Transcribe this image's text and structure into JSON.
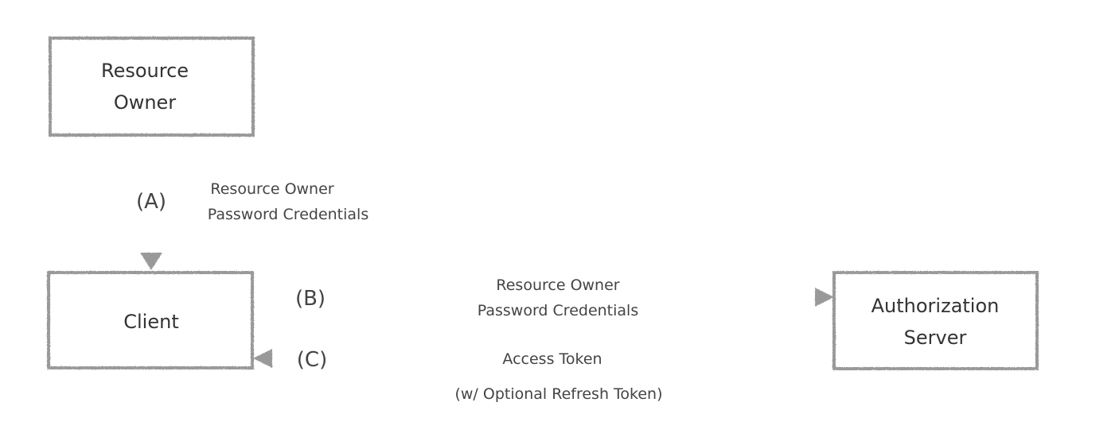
{
  "nodes": {
    "resource_owner": {
      "lines": [
        "Resource",
        "Owner"
      ]
    },
    "client": {
      "lines": [
        "Client"
      ]
    },
    "authorization_server": {
      "lines": [
        "Authorization",
        "Server"
      ]
    }
  },
  "edges": {
    "a": {
      "step": "(A)",
      "lines": [
        "Resource Owner",
        "Password Credentials"
      ]
    },
    "b": {
      "step": "(B)",
      "lines": [
        "Resource Owner",
        "Password Credentials"
      ]
    },
    "c": {
      "step": "(C)",
      "lines": [
        "Access Token"
      ],
      "note": "(w/ Optional Refresh Token)"
    }
  },
  "colors": {
    "stroke": "#999999",
    "text": "#333333"
  }
}
